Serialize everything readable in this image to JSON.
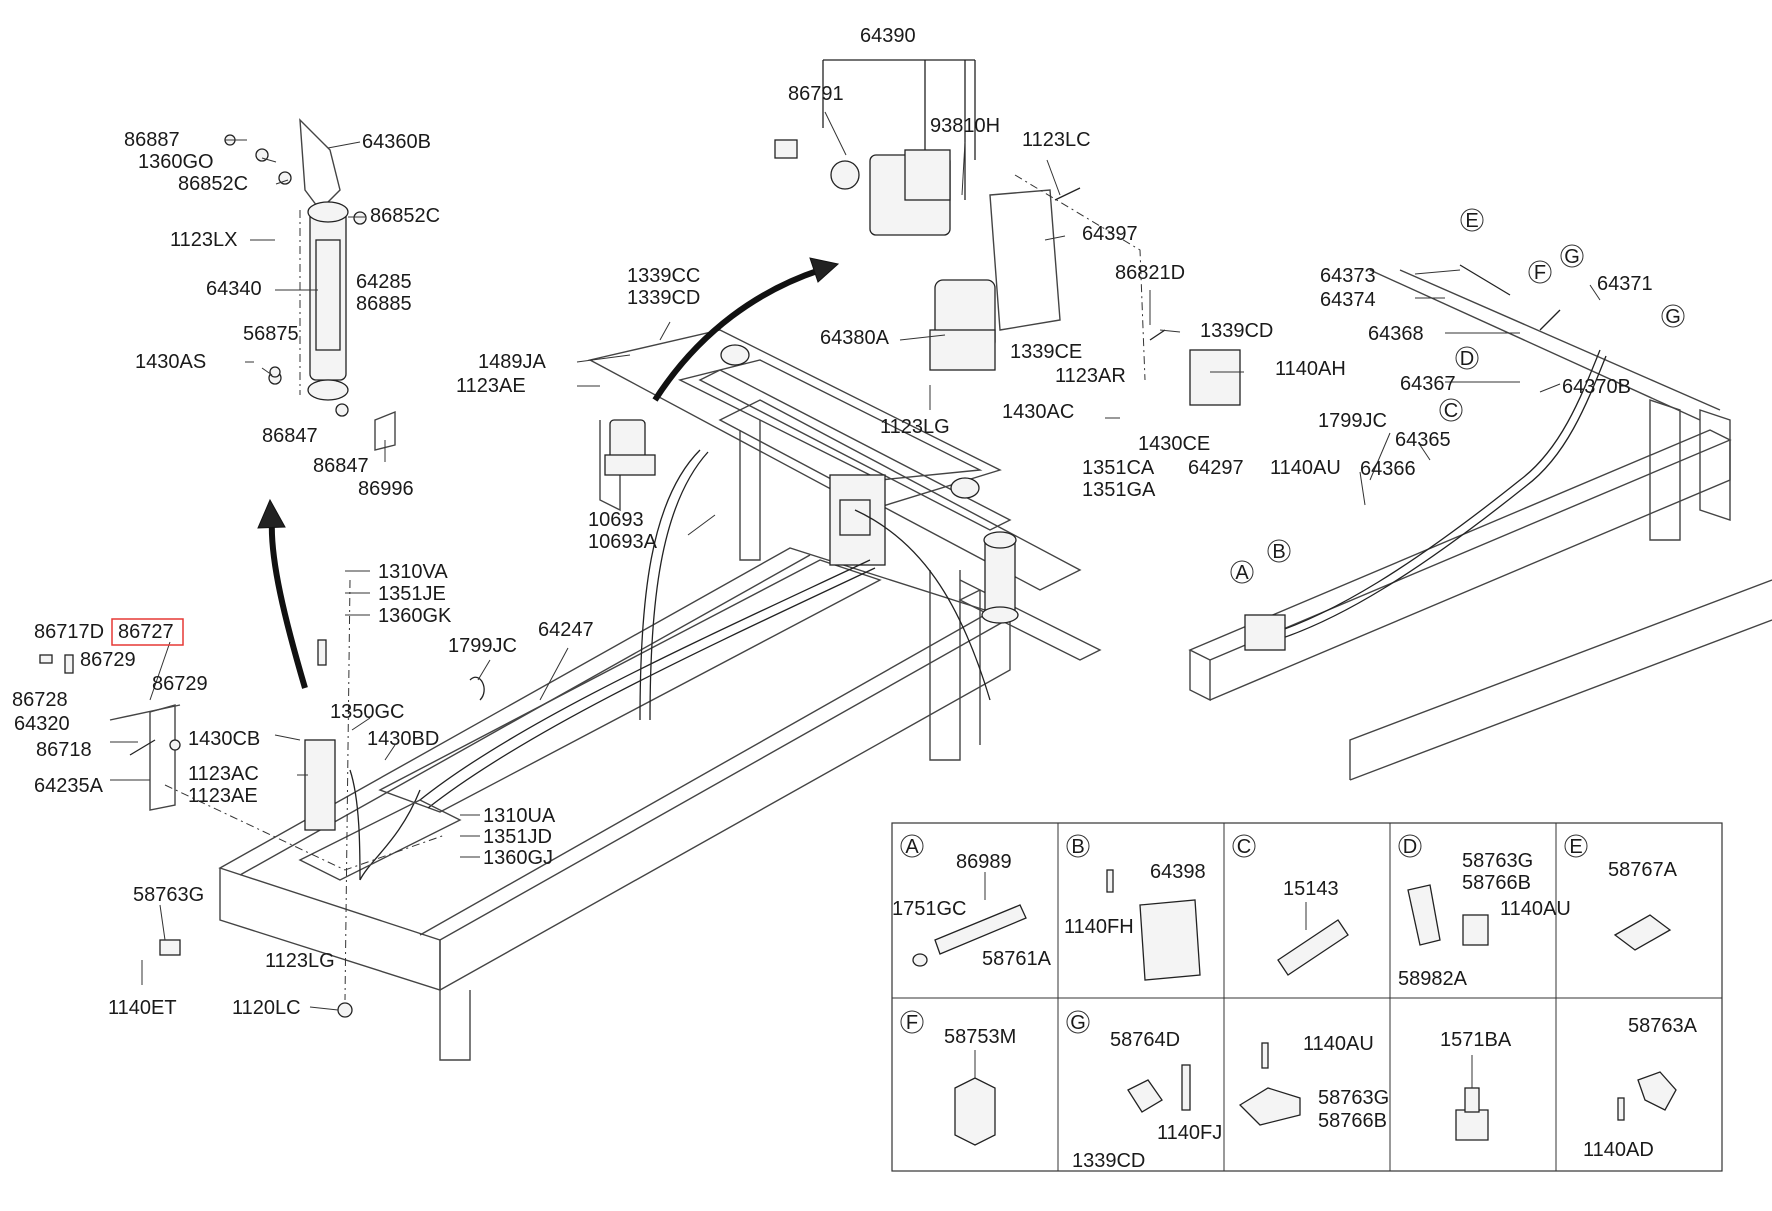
{
  "labels": {
    "l64390": "64390",
    "l86791": "86791",
    "l93810H": "93810H",
    "l1123LC": "1123LC",
    "l64397": "64397",
    "l86821D": "86821D",
    "l64380A": "64380A",
    "l1339CD_a": "1339CD",
    "l1339CE": "1339CE",
    "l1123AR": "1123AR",
    "l1140AH": "1140AH",
    "l1123LG_a": "1123LG",
    "l1430AC": "1430AC",
    "l1430CE": "1430CE",
    "l64297": "64297",
    "l1351CA": "1351CA",
    "l1351GA": "1351GA",
    "l86887": "86887",
    "l64360B": "64360B",
    "l1360GO": "1360GO",
    "l86852C_a": "86852C",
    "l86852C_b": "86852C",
    "l1123LX": "1123LX",
    "l64340": "64340",
    "l64285": "64285",
    "l86885": "86885",
    "l56875": "56875",
    "l1430AS": "1430AS",
    "l86847_a": "86847",
    "l86847_b": "86847",
    "l86996": "86996",
    "l1339CC": "1339CC",
    "l1339CD_b": "1339CD",
    "l1489JA": "1489JA",
    "l1123AE_a": "1123AE",
    "l10693": "10693",
    "l10693A": "10693A",
    "l1310VA": "1310VA",
    "l1351JE": "1351JE",
    "l1360GK": "1360GK",
    "l64247": "64247",
    "l1799JC_a": "1799JC",
    "l1350GC": "1350GC",
    "l1430BD": "1430BD",
    "l1310UA": "1310UA",
    "l1351JD": "1351JD",
    "l1360GJ": "1360GJ",
    "l86717D": "86717D",
    "l86727": "86727",
    "l86729_a": "86729",
    "l86729_b": "86729",
    "l86728": "86728",
    "l64320": "64320",
    "l1430CB": "1430CB",
    "l86718": "86718",
    "l1123AC": "1123AC",
    "l1123AE_b": "1123AE",
    "l64235A": "64235A",
    "l58763G_a": "58763G",
    "l1123LG_b": "1123LG",
    "l1140ET": "1140ET",
    "l1120LC": "1120LC",
    "l64373": "64373",
    "l64374": "64374",
    "l64371": "64371",
    "l64368": "64368",
    "l64367": "64367",
    "l64370B": "64370B",
    "l1799JC_b": "1799JC",
    "l64365": "64365",
    "l1140AU_a": "1140AU",
    "l64366": "64366",
    "cE": "E",
    "cF": "F",
    "cG": "G",
    "cD": "D",
    "cC": "C",
    "cA": "A",
    "cB": "B"
  },
  "legend": {
    "A": {
      "letter": "A",
      "p1": "86989",
      "p2": "1751GC",
      "p3": "58761A"
    },
    "B": {
      "letter": "B",
      "p1": "64398",
      "p2": "1140FH"
    },
    "C": {
      "letter": "C",
      "p1": "15143"
    },
    "D": {
      "letter": "D",
      "p1": "58763G",
      "p2": "58766B",
      "p3": "1140AU",
      "p4": "58982A"
    },
    "E": {
      "letter": "E",
      "p1": "58767A"
    },
    "F": {
      "letter": "F",
      "p1": "58753M"
    },
    "G": {
      "letter": "G",
      "p1": "58764D",
      "p2": "1140FJ",
      "p3": "1339CD"
    },
    "H": {
      "p1": "1140AU",
      "p2": "58763G",
      "p3": "58766B"
    },
    "I": {
      "p1": "1571BA"
    },
    "J": {
      "p1": "58763A",
      "p2": "1140AD"
    }
  },
  "colors": {
    "highlight": "#e53935",
    "line": "#222222"
  }
}
